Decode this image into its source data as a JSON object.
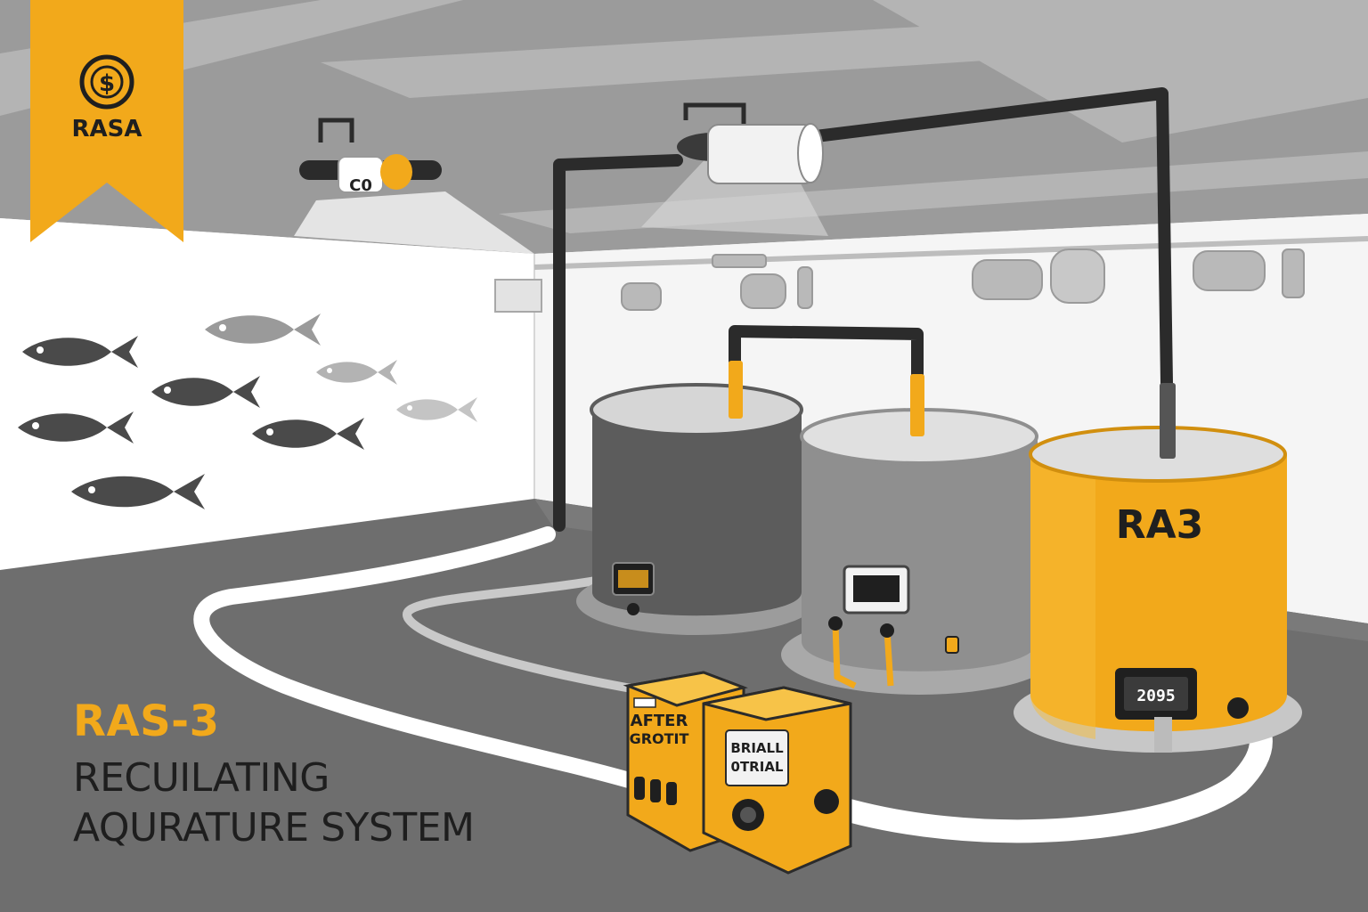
{
  "brand": {
    "name": "RASA",
    "logo_icon": "dollar-coin-icon",
    "accent_color": "#f2a91b"
  },
  "title": {
    "code": "RAS-3",
    "line1": "RECUILATING",
    "line2": "AQURATURE SYSTEM"
  },
  "lamp": {
    "label": "C0"
  },
  "tanks": {
    "tank3_label": "RA3",
    "tank3_display": "2095"
  },
  "control_box_left": {
    "label_line1": "AFTER",
    "label_line2": "GROTIT"
  },
  "control_box_right": {
    "label_line1": "BRIALL",
    "label_line2": "0TRIAL"
  },
  "colors": {
    "yellow": "#f2a91b",
    "dark_tank": "#5c5c5c",
    "mid_tank": "#8f8f8f",
    "floor": "#6e6e6e",
    "pipe": "#2b2b2b"
  }
}
